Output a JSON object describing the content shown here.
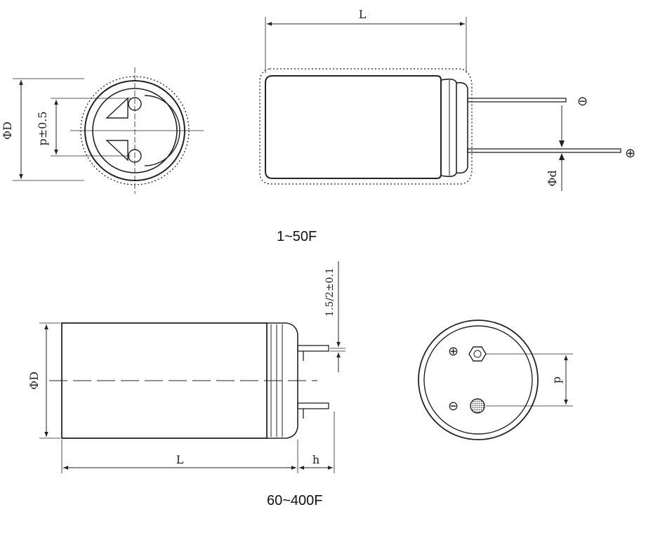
{
  "top_figure": {
    "caption": "1~50F",
    "dim_length": "L",
    "dim_diameter": "ΦD",
    "dim_pitch": "p±0.5",
    "dim_lead": "Φd",
    "neg_symbol": "⊖",
    "pos_symbol": "⊕"
  },
  "bottom_figure": {
    "caption": "60~400F",
    "dim_diameter": "ΦD",
    "dim_length": "L",
    "dim_h": "h",
    "dim_terminal": "1.5/2±0.1",
    "dim_pitch": "p",
    "pos_symbol": "⊕",
    "neg_symbol": "⊖"
  }
}
